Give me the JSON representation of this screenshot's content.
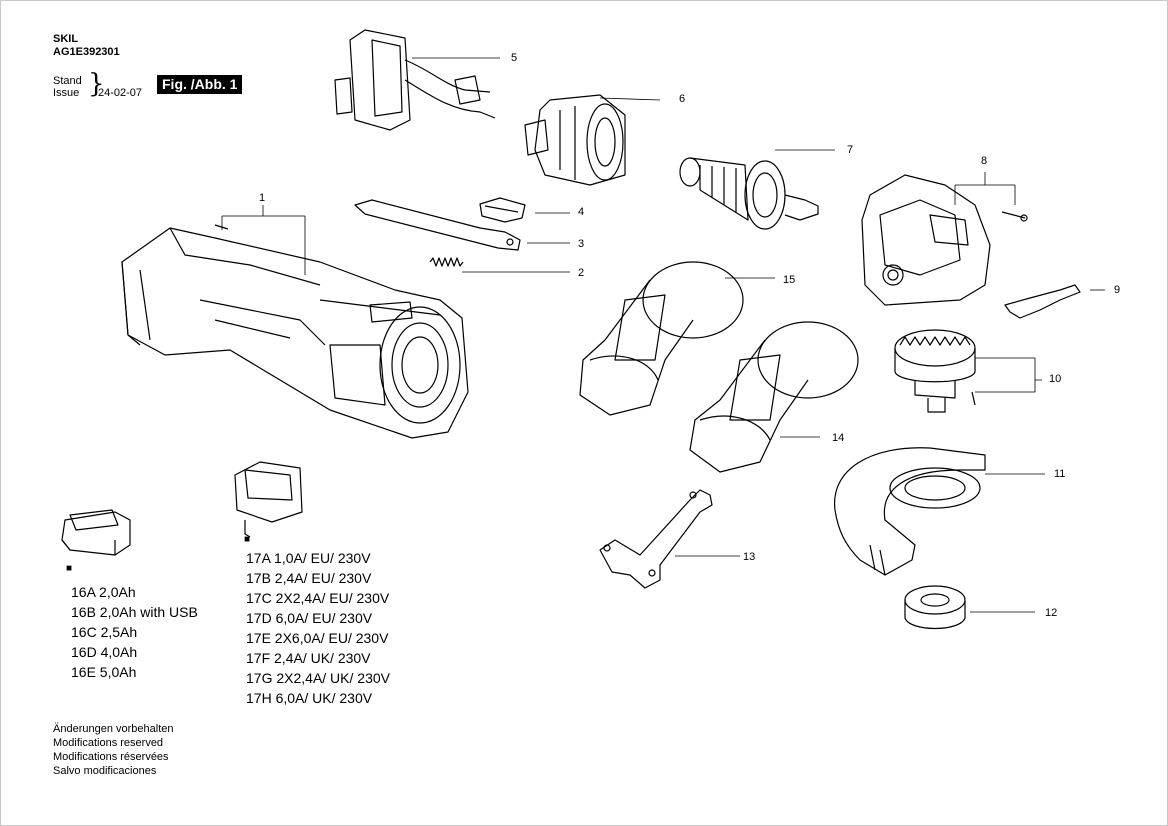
{
  "header": {
    "brand": "SKIL",
    "model": "AG1E392301",
    "stand_label": "Stand",
    "issue_label": "Issue",
    "brace": "}",
    "date": "24-02-07",
    "fig_label": "Fig. /Abb. 1"
  },
  "part_numbers": [
    "1",
    "2",
    "3",
    "4",
    "5",
    "6",
    "7",
    "8",
    "9",
    "10",
    "11",
    "12",
    "13",
    "14",
    "15"
  ],
  "batteries": {
    "marker": "■",
    "items": [
      "16A  2,0Ah",
      "16B  2,0Ah with USB",
      "16C  2,5Ah",
      "16D  4,0Ah",
      "16E  5,0Ah"
    ]
  },
  "chargers": {
    "marker": "■",
    "items": [
      "17A  1,0A/ EU/ 230V",
      "17B  2,4A/ EU/ 230V",
      "17C  2X2,4A/ EU/ 230V",
      "17D  6,0A/ EU/ 230V",
      "17E  2X6,0A/ EU/ 230V",
      "17F  2,4A/ UK/ 230V",
      "17G  2X2,4A/ UK/ 230V",
      "17H  6,0A/ UK/ 230V"
    ]
  },
  "footer": [
    "Änderungen vorbehalten",
    "Modifications reserved",
    "Modifications réservées",
    "Salvo modificaciones"
  ],
  "colors": {
    "line": "#000000",
    "frame": "#c8c8c8"
  }
}
